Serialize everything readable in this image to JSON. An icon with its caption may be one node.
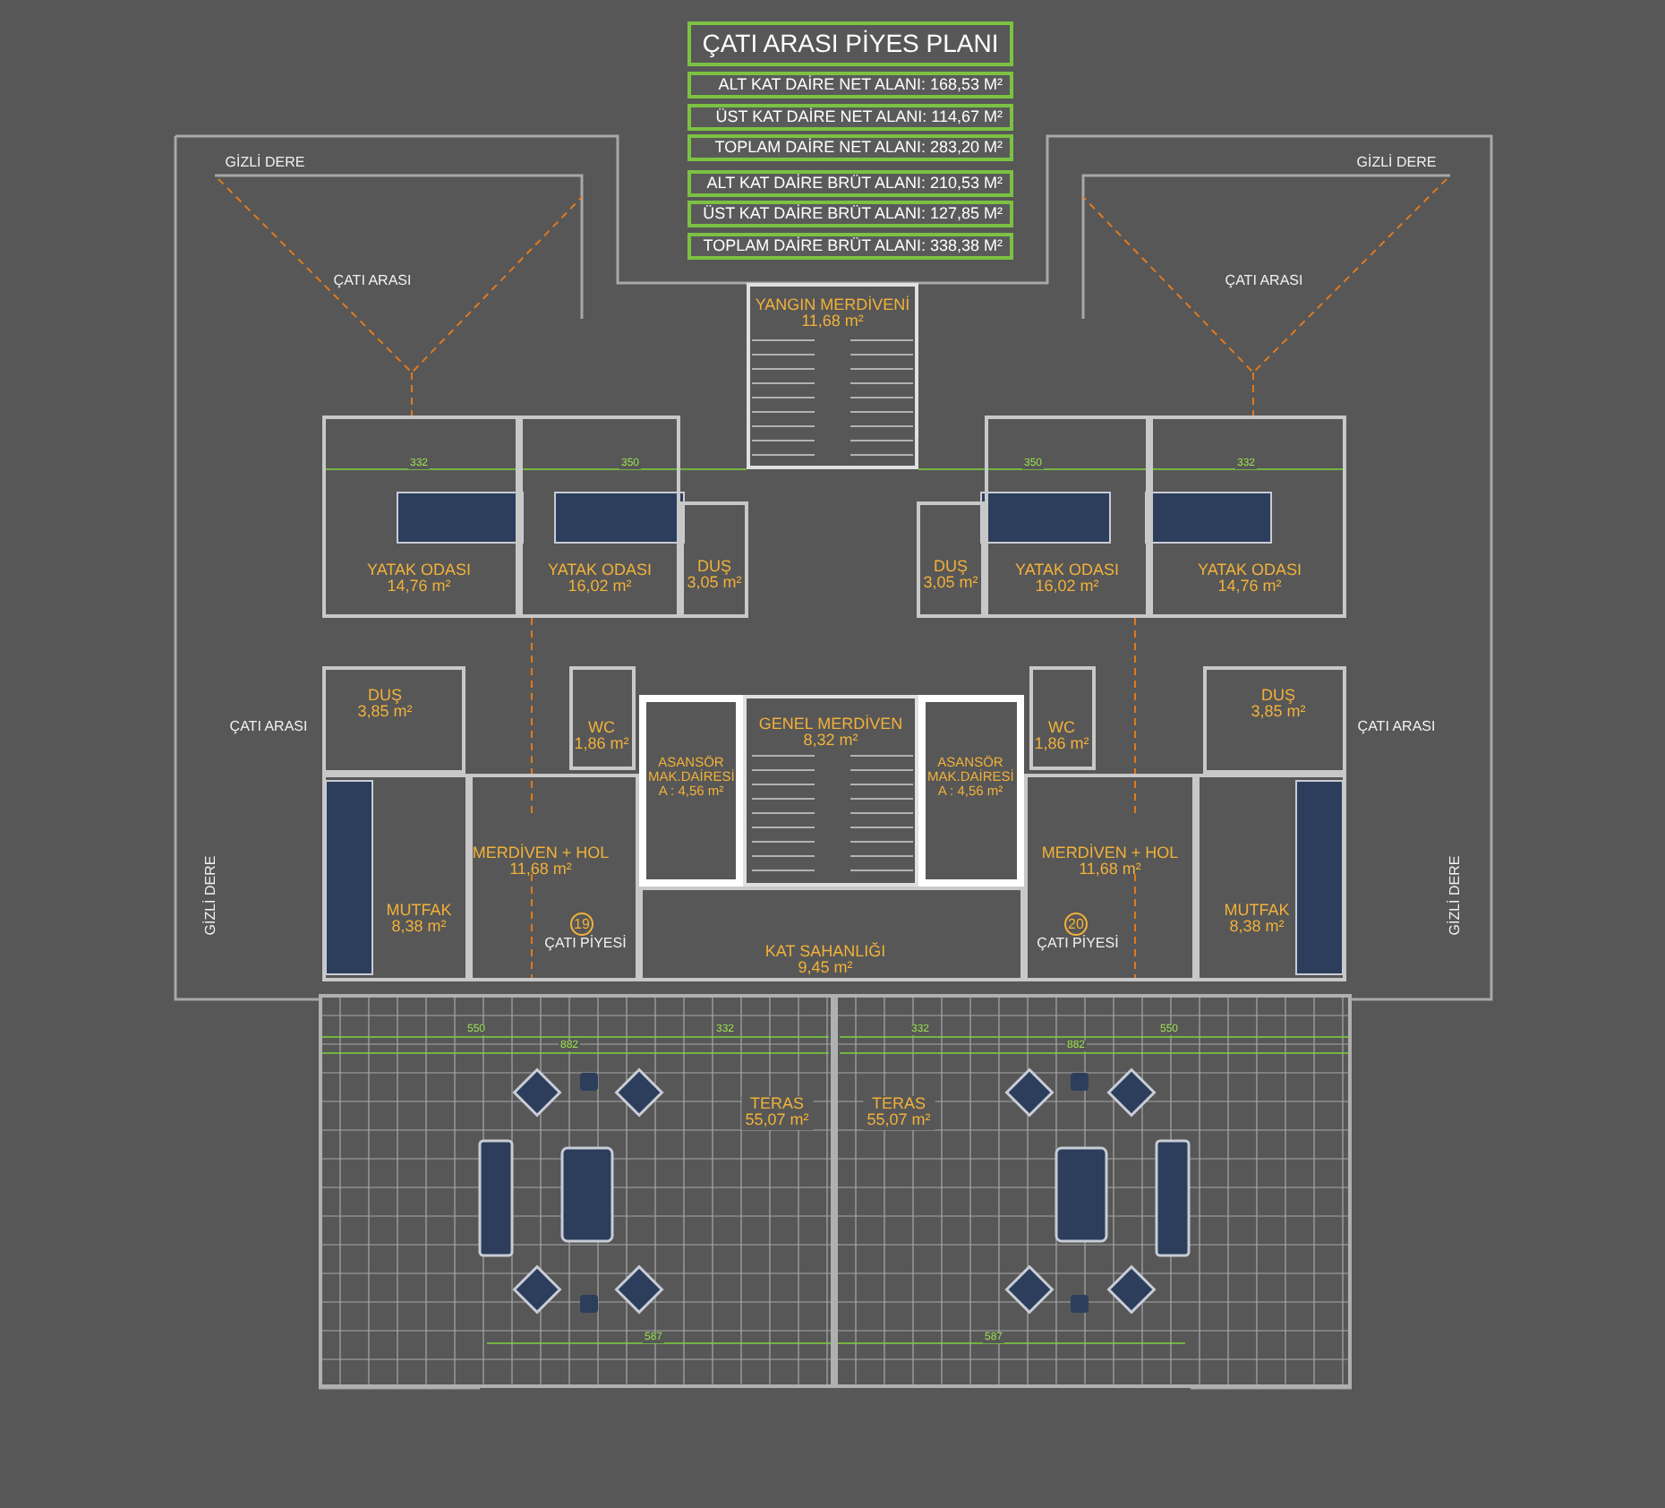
{
  "diagram": {
    "title": "ÇATI ARASI PİYES PLANI",
    "nodes": [
      {
        "text": [
          "ALT KAT DAİRE NET ALANI: 168,53 M²"
        ]
      },
      {
        "text": [
          "ÜST KAT DAİRE NET ALANI: 114,67 M²"
        ]
      },
      {
        "text": [
          "TOPLAM DAİRE NET ALANI: 283,20 M²"
        ]
      },
      {
        "text": [
          "ALT KAT DAİRE BRÜT ALANI: 210,53 M²"
        ]
      },
      {
        "text": [
          "ÜST KAT DAİRE BRÜT ALANI: 127,85 M²"
        ]
      },
      {
        "text": [
          "TOPLAM DAİRE BRÜT ALANI: 338,38 M²"
        ]
      },
      {
        "text": [
          "YANGIN MERDİVENİ",
          "11,68 m²"
        ]
      },
      {
        "text": [
          "YATAK ODASI",
          "14,76 m²"
        ]
      },
      {
        "text": [
          "YATAK ODASI",
          "16,02 m²"
        ]
      },
      {
        "text": [
          "DUŞ",
          "3,05 m²"
        ]
      },
      {
        "text": [
          "DUŞ",
          "3,05 m²"
        ]
      },
      {
        "text": [
          "YATAK ODASI",
          "16,02 m²"
        ]
      },
      {
        "text": [
          "YATAK ODASI",
          "14,76 m²"
        ]
      },
      {
        "text": [
          "DUŞ",
          "3,85 m²"
        ]
      },
      {
        "text": [
          "WC",
          "1,86 m²"
        ]
      },
      {
        "text": [
          "GENEL MERDİVEN",
          "8,32 m²"
        ]
      },
      {
        "text": [
          "ASANSÖR MAK.DAİRESİ",
          "A : 4,56 m²"
        ]
      },
      {
        "text": [
          "ASANSÖR MAK.DAİRESİ",
          "A : 4,56 m²"
        ]
      },
      {
        "text": [
          "WC",
          "1,86 m²"
        ]
      },
      {
        "text": [
          "DUŞ",
          "3,85 m²"
        ]
      },
      {
        "text": [
          "MERDİVEN + HOL",
          "11,68 m²"
        ]
      },
      {
        "text": [
          "MUTFAK",
          "8,38 m²"
        ]
      },
      {
        "text": [
          "KAT SAHANLIĞI",
          "9,45 m²"
        ]
      },
      {
        "text": [
          "MERDİVEN + HOL",
          "11,68 m²"
        ]
      },
      {
        "text": [
          "MUTFAK",
          "8,38 m²"
        ]
      },
      {
        "text": [
          "TERAS",
          "55,07 m²"
        ]
      },
      {
        "text": [
          "TERAS",
          "55,07 m²"
        ]
      }
    ],
    "labels": [
      "GİZLİ DERE",
      "GİZLİ DERE",
      "ÇATI ARASI",
      "ÇATI ARASI",
      "332",
      "350",
      "350",
      "332",
      "ÇATI ARASI",
      "ÇATI ARASI",
      "GİZLİ DERE",
      "GİZLİ DERE",
      "19",
      "ÇATI PİYESİ",
      "20",
      "ÇATI PİYESİ",
      "550",
      "332",
      "332",
      "550",
      "882",
      "882",
      "587",
      "587"
    ]
  }
}
